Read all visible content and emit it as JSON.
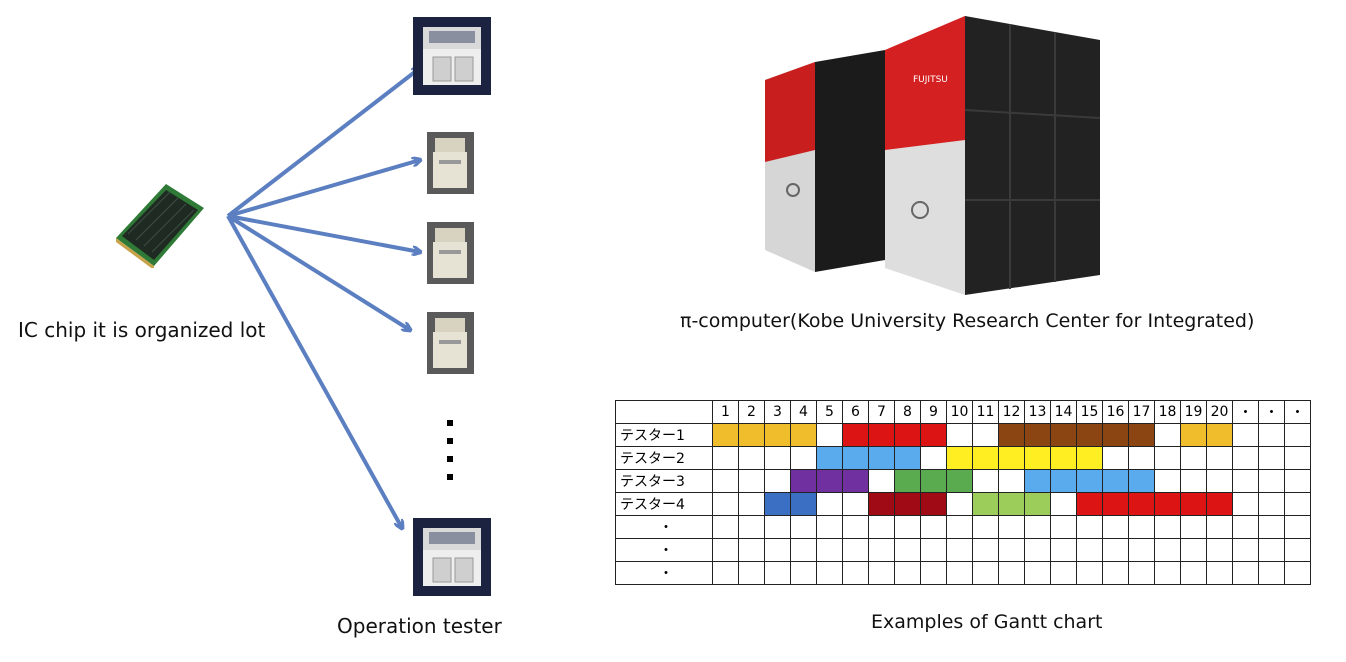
{
  "left": {
    "chip_label": "IC chip it is organized lot",
    "tester_label": "Operation tester",
    "chip_icon": "ic-chip-image",
    "tester_icon": "tester-machine-image",
    "arrow_color": "#5b7fc0"
  },
  "computer": {
    "caption": "π-computer(Kobe University Research Center for Integrated)",
    "image": "supercomputer-image",
    "brand_text": "FUJITSU"
  },
  "gantt": {
    "caption": "Examples of Gantt chart",
    "columns": [
      "1",
      "2",
      "3",
      "4",
      "5",
      "6",
      "7",
      "8",
      "9",
      "10",
      "11",
      "12",
      "13",
      "14",
      "15",
      "16",
      "17",
      "18",
      "19",
      "20",
      "・",
      "・",
      "・"
    ],
    "rows": [
      {
        "label": "テスター1",
        "cells": [
          "#f0bd2c",
          "#f0bd2c",
          "#f0bd2c",
          "#f0bd2c",
          "",
          "#dc1414",
          "#dc1414",
          "#dc1414",
          "#dc1414",
          "",
          "",
          "#8b4513",
          "#8b4513",
          "#8b4513",
          "#8b4513",
          "#8b4513",
          "#8b4513",
          "",
          "#f0bd2c",
          "#f0bd2c",
          "",
          "",
          ""
        ]
      },
      {
        "label": "テスター2",
        "cells": [
          "",
          "",
          "",
          "",
          "#5aaaee",
          "#5aaaee",
          "#5aaaee",
          "#5aaaee",
          "",
          "#ffee22",
          "#ffee22",
          "#ffee22",
          "#ffee22",
          "#ffee22",
          "#ffee22",
          "",
          "",
          "",
          "",
          "",
          "",
          "",
          ""
        ]
      },
      {
        "label": "テスター3",
        "cells": [
          "",
          "",
          "",
          "#7030a0",
          "#7030a0",
          "#7030a0",
          "",
          "#5aaa50",
          "#5aaa50",
          "#5aaa50",
          "",
          "",
          "#5aaaee",
          "#5aaaee",
          "#5aaaee",
          "#5aaaee",
          "#5aaaee",
          "",
          "",
          "",
          "",
          "",
          ""
        ]
      },
      {
        "label": "テスター4",
        "cells": [
          "",
          "",
          "#3a6fc4",
          "#3a6fc4",
          "",
          "",
          "#a00a14",
          "#a00a14",
          "#a00a14",
          "",
          "#9ccc5a",
          "#9ccc5a",
          "#9ccc5a",
          "",
          "#dc1414",
          "#dc1414",
          "#dc1414",
          "#dc1414",
          "#dc1414",
          "#dc1414",
          "",
          "",
          ""
        ]
      },
      {
        "label": "・",
        "cells": [
          "",
          "",
          "",
          "",
          "",
          "",
          "",
          "",
          "",
          "",
          "",
          "",
          "",
          "",
          "",
          "",
          "",
          "",
          "",
          "",
          "",
          "",
          ""
        ]
      },
      {
        "label": "・",
        "cells": [
          "",
          "",
          "",
          "",
          "",
          "",
          "",
          "",
          "",
          "",
          "",
          "",
          "",
          "",
          "",
          "",
          "",
          "",
          "",
          "",
          "",
          "",
          ""
        ]
      },
      {
        "label": "・",
        "cells": [
          "",
          "",
          "",
          "",
          "",
          "",
          "",
          "",
          "",
          "",
          "",
          "",
          "",
          "",
          "",
          "",
          "",
          "",
          "",
          "",
          "",
          "",
          ""
        ]
      }
    ]
  }
}
